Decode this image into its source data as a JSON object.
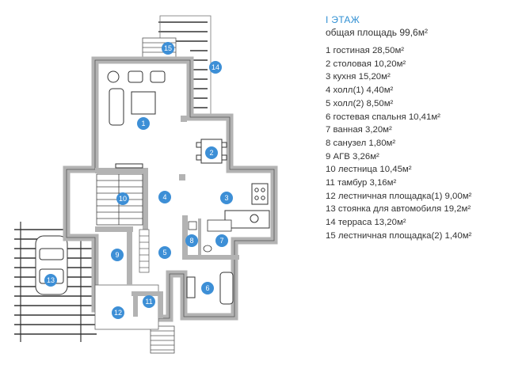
{
  "legend": {
    "title": "I ЭТАЖ",
    "total": "общая площадь 99,6м²",
    "rooms": [
      "1 гостиная 28,50м²",
      "2 столовая 10,20м²",
      "3 кухня 15,20м²",
      "4 холл(1) 4,40м²",
      "5 холл(2) 8,50м²",
      "6 гостевая спальня 10,41м²",
      "7 ванная 3,20м²",
      "8 санузел 1,80м²",
      "9 АГВ 3,26м²",
      "10 лестница 10,45м²",
      "11 тамбур 3,16м²",
      "12 лестничная площадка(1) 9,00м²",
      "13 стоянка для автомобиля 19,2м²",
      "14 терраса 13,20м²",
      "15 лестничная площадка(2) 1,40м²"
    ]
  },
  "plan": {
    "markers": [
      "1",
      "2",
      "3",
      "4",
      "5",
      "6",
      "7",
      "8",
      "9",
      "10",
      "11",
      "12",
      "13",
      "14",
      "15"
    ]
  },
  "colors": {
    "marker": "#3d8fd6",
    "wall": "#b3b3b3",
    "line": "#444444",
    "title": "#2f8fd3"
  }
}
